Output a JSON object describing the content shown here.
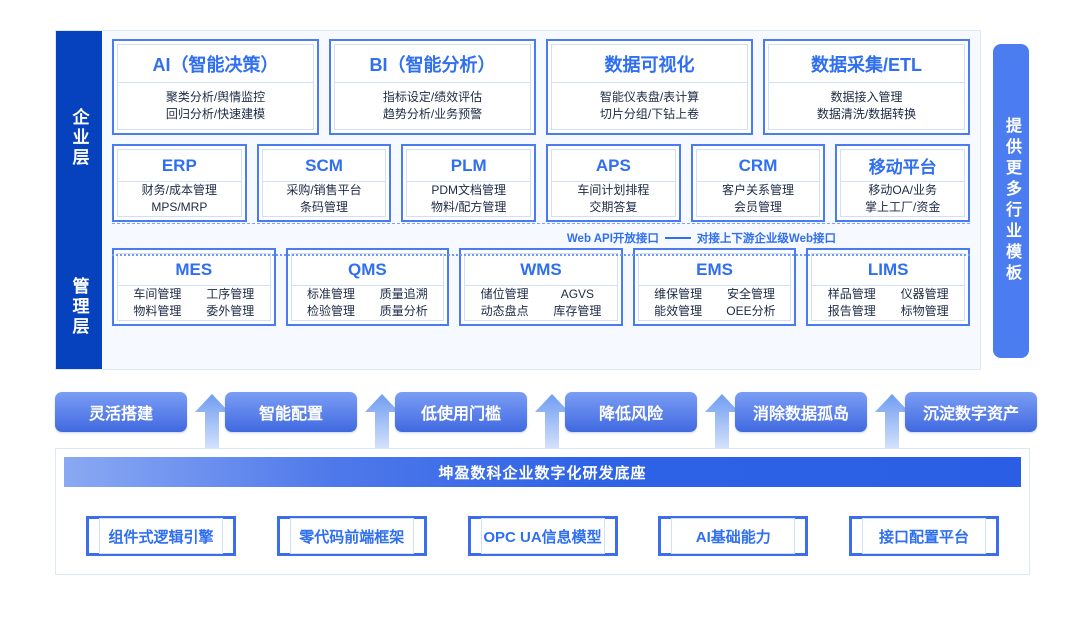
{
  "architecture": {
    "layers": [
      {
        "name": "企业层"
      },
      {
        "name": "管理层"
      }
    ],
    "enterprise_row_1": [
      {
        "title": "AI（智能决策）",
        "lines": [
          "聚类分析/舆情监控",
          "回归分析/快速建模"
        ]
      },
      {
        "title": "BI（智能分析）",
        "lines": [
          "指标设定/绩效评估",
          "趋势分析/业务预警"
        ]
      },
      {
        "title": "数据可视化",
        "lines": [
          "智能仪表盘/表计算",
          "切片分组/下钻上卷"
        ]
      },
      {
        "title": "数据采集/ETL",
        "lines": [
          "数据接入管理",
          "数据清洗/数据转换"
        ]
      }
    ],
    "enterprise_row_2": [
      {
        "title": "ERP",
        "lines": [
          "财务/成本管理",
          "MPS/MRP"
        ]
      },
      {
        "title": "SCM",
        "lines": [
          "采购/销售平台",
          "条码管理"
        ]
      },
      {
        "title": "PLM",
        "lines": [
          "PDM文档管理",
          "物料/配方管理"
        ]
      },
      {
        "title": "APS",
        "lines": [
          "车间计划排程",
          "交期答复"
        ]
      },
      {
        "title": "CRM",
        "lines": [
          "客户关系管理",
          "会员管理"
        ]
      },
      {
        "title": "移动平台",
        "lines": [
          "移动OA/业务",
          "掌上工厂/资金"
        ]
      }
    ],
    "api_divider": {
      "label": "Web API开放接口",
      "sub_label": "对接上下游企业级Web接口"
    },
    "management_row": [
      {
        "title": "MES",
        "cells": [
          "车间管理",
          "工序管理",
          "物料管理",
          "委外管理"
        ]
      },
      {
        "title": "QMS",
        "cells": [
          "标准管理",
          "质量追溯",
          "检验管理",
          "质量分析"
        ]
      },
      {
        "title": "WMS",
        "cells": [
          "储位管理",
          "AGVS",
          "动态盘点",
          "库存管理"
        ]
      },
      {
        "title": "EMS",
        "cells": [
          "维保管理",
          "安全管理",
          "能效管理",
          "OEE分析"
        ]
      },
      {
        "title": "LIMS",
        "cells": [
          "样品管理",
          "仪器管理",
          "报告管理",
          "标物管理"
        ]
      }
    ]
  },
  "side_panel": {
    "label": "提供更多行业模板"
  },
  "benefits": [
    {
      "label": "灵活搭建"
    },
    {
      "label": "智能配置"
    },
    {
      "label": "低使用门槛"
    },
    {
      "label": "降低风险"
    },
    {
      "label": "消除数据孤岛"
    },
    {
      "label": "沉淀数字资产"
    }
  ],
  "base": {
    "bar_title": "坤盈数科企业数字化研发底座",
    "items": [
      {
        "label": "组件式逻辑引擎"
      },
      {
        "label": "零代码前端框架"
      },
      {
        "label": "OPC UA信息模型"
      },
      {
        "label": "AI基础能力"
      },
      {
        "label": "接口配置平台"
      }
    ]
  },
  "colors": {
    "rail_blue": "#0742be",
    "card_border": "#4a7bf0",
    "title_blue": "#2f6ff0",
    "pill_blue": "#4b7cf0",
    "panel_bg": "#f6f9ff"
  }
}
